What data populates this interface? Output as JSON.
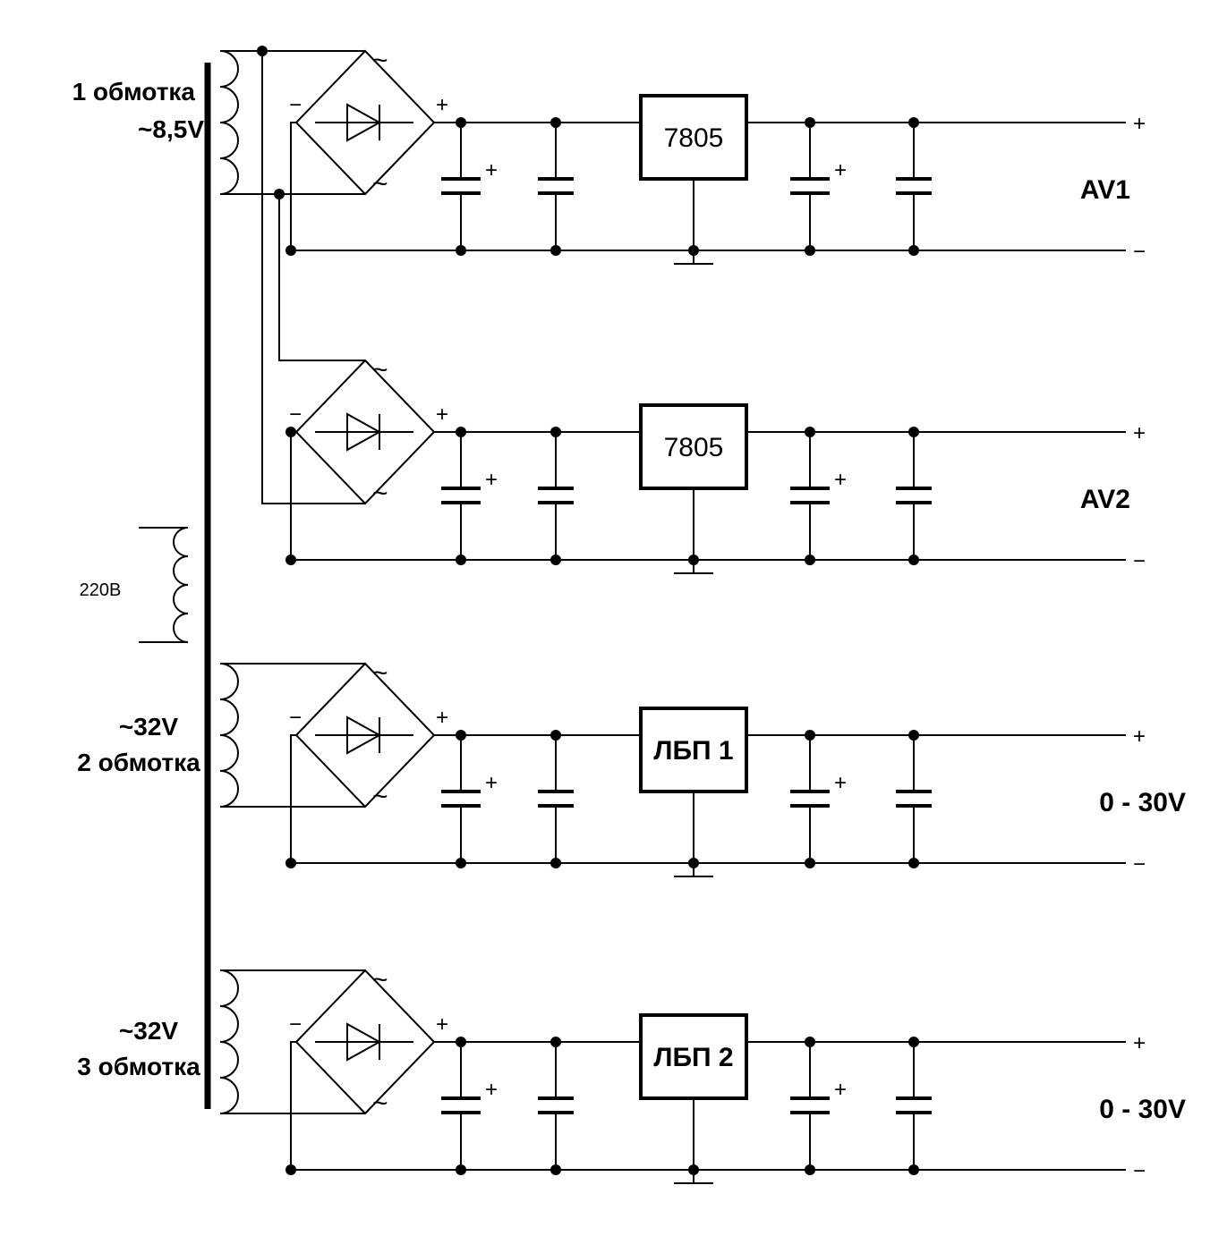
{
  "transformer": {
    "winding1_line1": "1 обмотка",
    "winding1_line2": "~8,5V",
    "primary_label": "220В",
    "winding2_line1": "~32V",
    "winding2_line2": "2 обмотка",
    "winding3_line1": "~32V",
    "winding3_line2": "3 обмотка"
  },
  "symbols": {
    "ac": "~",
    "plus": "+",
    "minus": "−"
  },
  "channels": [
    {
      "regulator_label": "7805",
      "output_label": "AV1"
    },
    {
      "regulator_label": "7805",
      "output_label": "AV2"
    },
    {
      "regulator_label": "ЛБП 1",
      "output_label": "0 - 30V"
    },
    {
      "regulator_label": "ЛБП 2",
      "output_label": "0 - 30V"
    }
  ]
}
